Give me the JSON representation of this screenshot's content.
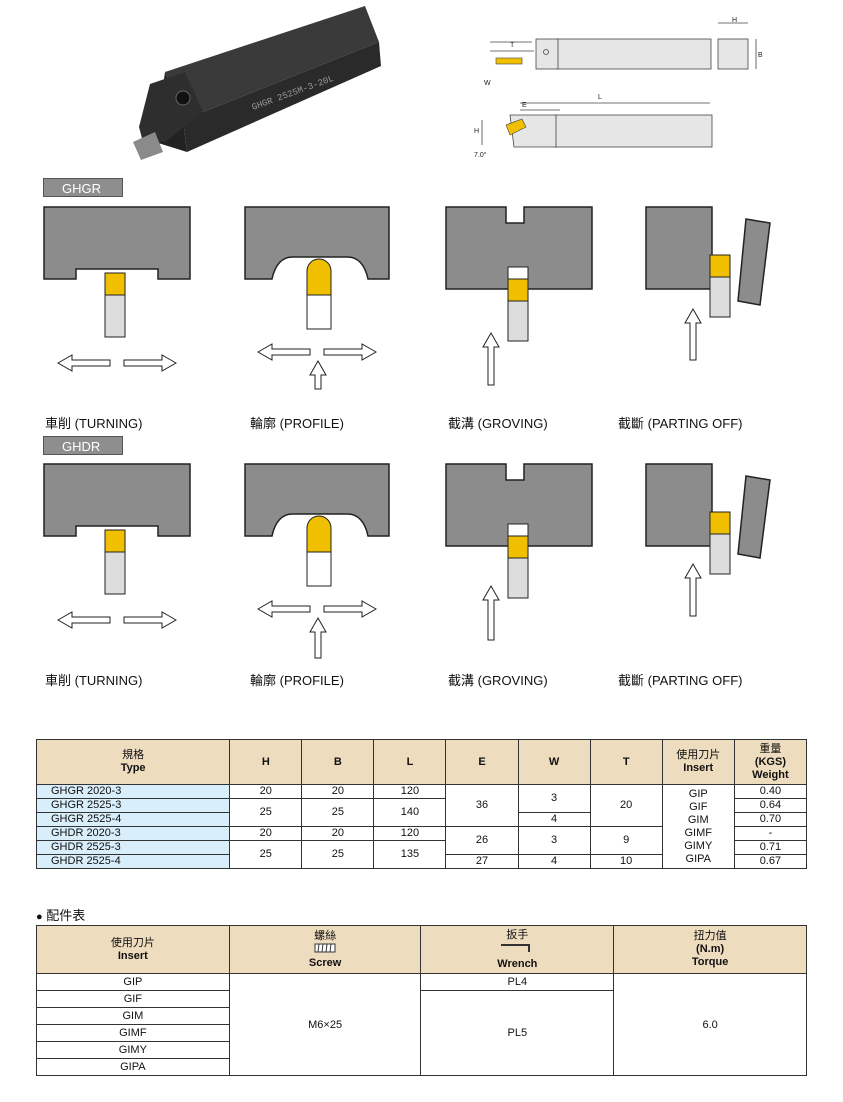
{
  "product_photo": {
    "engraving": "GHGR 2525M-3-20L"
  },
  "dimension_drawing": {
    "labels": [
      "T",
      "W",
      "E",
      "L",
      "H",
      "B",
      "H",
      "7.0°"
    ]
  },
  "ghgr_section": {
    "tag": "GHGR",
    "captions": [
      "車削 (TURNING)",
      "輪廓 (PROFILE)",
      "截溝 (GROVING)",
      "截斷 (PARTING OFF)"
    ]
  },
  "ghdr_section": {
    "tag": "GHDR",
    "captions": [
      "車削 (TURNING)",
      "輪廓 (PROFILE)",
      "截溝 (GROVING)",
      "截斷 (PARTING OFF)"
    ]
  },
  "spec_table": {
    "headers": {
      "type_cn": "規格",
      "type_en": "Type",
      "h": "H",
      "b": "B",
      "l": "L",
      "e": "E",
      "w": "W",
      "t": "T",
      "insert_cn": "使用刀片",
      "insert_en": "Insert",
      "weight_cn": "重量",
      "weight_unit": "(KGS)",
      "weight_en": "Weight"
    },
    "types": [
      "GHGR 2020-3",
      "GHGR 2525-3",
      "GHGR 2525-4",
      "GHDR 2020-3",
      "GHDR 2525-3",
      "GHDR 2525-4"
    ],
    "h": [
      "20",
      "25",
      "20",
      "25"
    ],
    "b": [
      "20",
      "25",
      "20",
      "25"
    ],
    "l": [
      "120",
      "140",
      "120",
      "135"
    ],
    "e": [
      "36",
      "26",
      "27"
    ],
    "w": [
      "3",
      "4",
      "3",
      "4"
    ],
    "t": [
      "20",
      "9",
      "10"
    ],
    "inserts": [
      "GIP",
      "GIF",
      "GIM",
      "GIMF",
      "GIMY",
      "GIPA"
    ],
    "weights": [
      "0.40",
      "0.64",
      "0.70",
      "-",
      "0.71",
      "0.67"
    ]
  },
  "accessories": {
    "title": "配件表",
    "headers": {
      "insert_cn": "使用刀片",
      "insert_en": "Insert",
      "screw_cn": "螺絲",
      "screw_en": "Screw",
      "wrench_cn": "扳手",
      "wrench_en": "Wrench",
      "torque_cn": "扭力值",
      "torque_unit": "(N.m)",
      "torque_en": "Torque"
    },
    "inserts": [
      "GIP",
      "GIF",
      "GIM",
      "GIMF",
      "GIMY",
      "GIPA"
    ],
    "screw": "M6×25",
    "wrenches": [
      "PL4",
      "PL5"
    ],
    "torque": "6.0"
  }
}
